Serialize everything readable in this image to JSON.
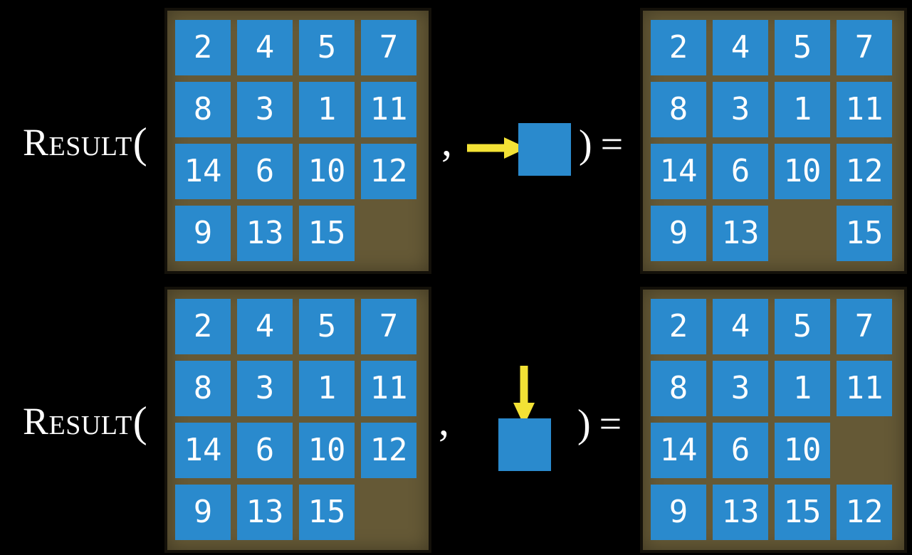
{
  "colors": {
    "background": "#000000",
    "frame_brown": "#655936",
    "frame_border": "#14110a",
    "tile_blue": "#2a8acd",
    "arrow_yellow": "#f3e235",
    "text_white": "#ffffff"
  },
  "rows": [
    {
      "function_label": "Result",
      "open_paren": "(",
      "comma": ",",
      "close_paren": ")",
      "equals": "=",
      "action": {
        "icon": "move-right-arrow-icon",
        "direction": "right"
      },
      "input_grid": [
        [
          "2",
          "4",
          "5",
          "7"
        ],
        [
          "8",
          "3",
          "1",
          "11"
        ],
        [
          "14",
          "6",
          "10",
          "12"
        ],
        [
          "9",
          "13",
          "15",
          ""
        ]
      ],
      "output_grid": [
        [
          "2",
          "4",
          "5",
          "7"
        ],
        [
          "8",
          "3",
          "1",
          "11"
        ],
        [
          "14",
          "6",
          "10",
          "12"
        ],
        [
          "9",
          "13",
          "",
          "15"
        ]
      ]
    },
    {
      "function_label": "Result",
      "open_paren": "(",
      "comma": ",",
      "close_paren": ")",
      "equals": "=",
      "action": {
        "icon": "move-down-arrow-icon",
        "direction": "down"
      },
      "input_grid": [
        [
          "2",
          "4",
          "5",
          "7"
        ],
        [
          "8",
          "3",
          "1",
          "11"
        ],
        [
          "14",
          "6",
          "10",
          "12"
        ],
        [
          "9",
          "13",
          "15",
          ""
        ]
      ],
      "output_grid": [
        [
          "2",
          "4",
          "5",
          "7"
        ],
        [
          "8",
          "3",
          "1",
          "11"
        ],
        [
          "14",
          "6",
          "10",
          ""
        ],
        [
          "9",
          "13",
          "15",
          "12"
        ]
      ]
    }
  ]
}
